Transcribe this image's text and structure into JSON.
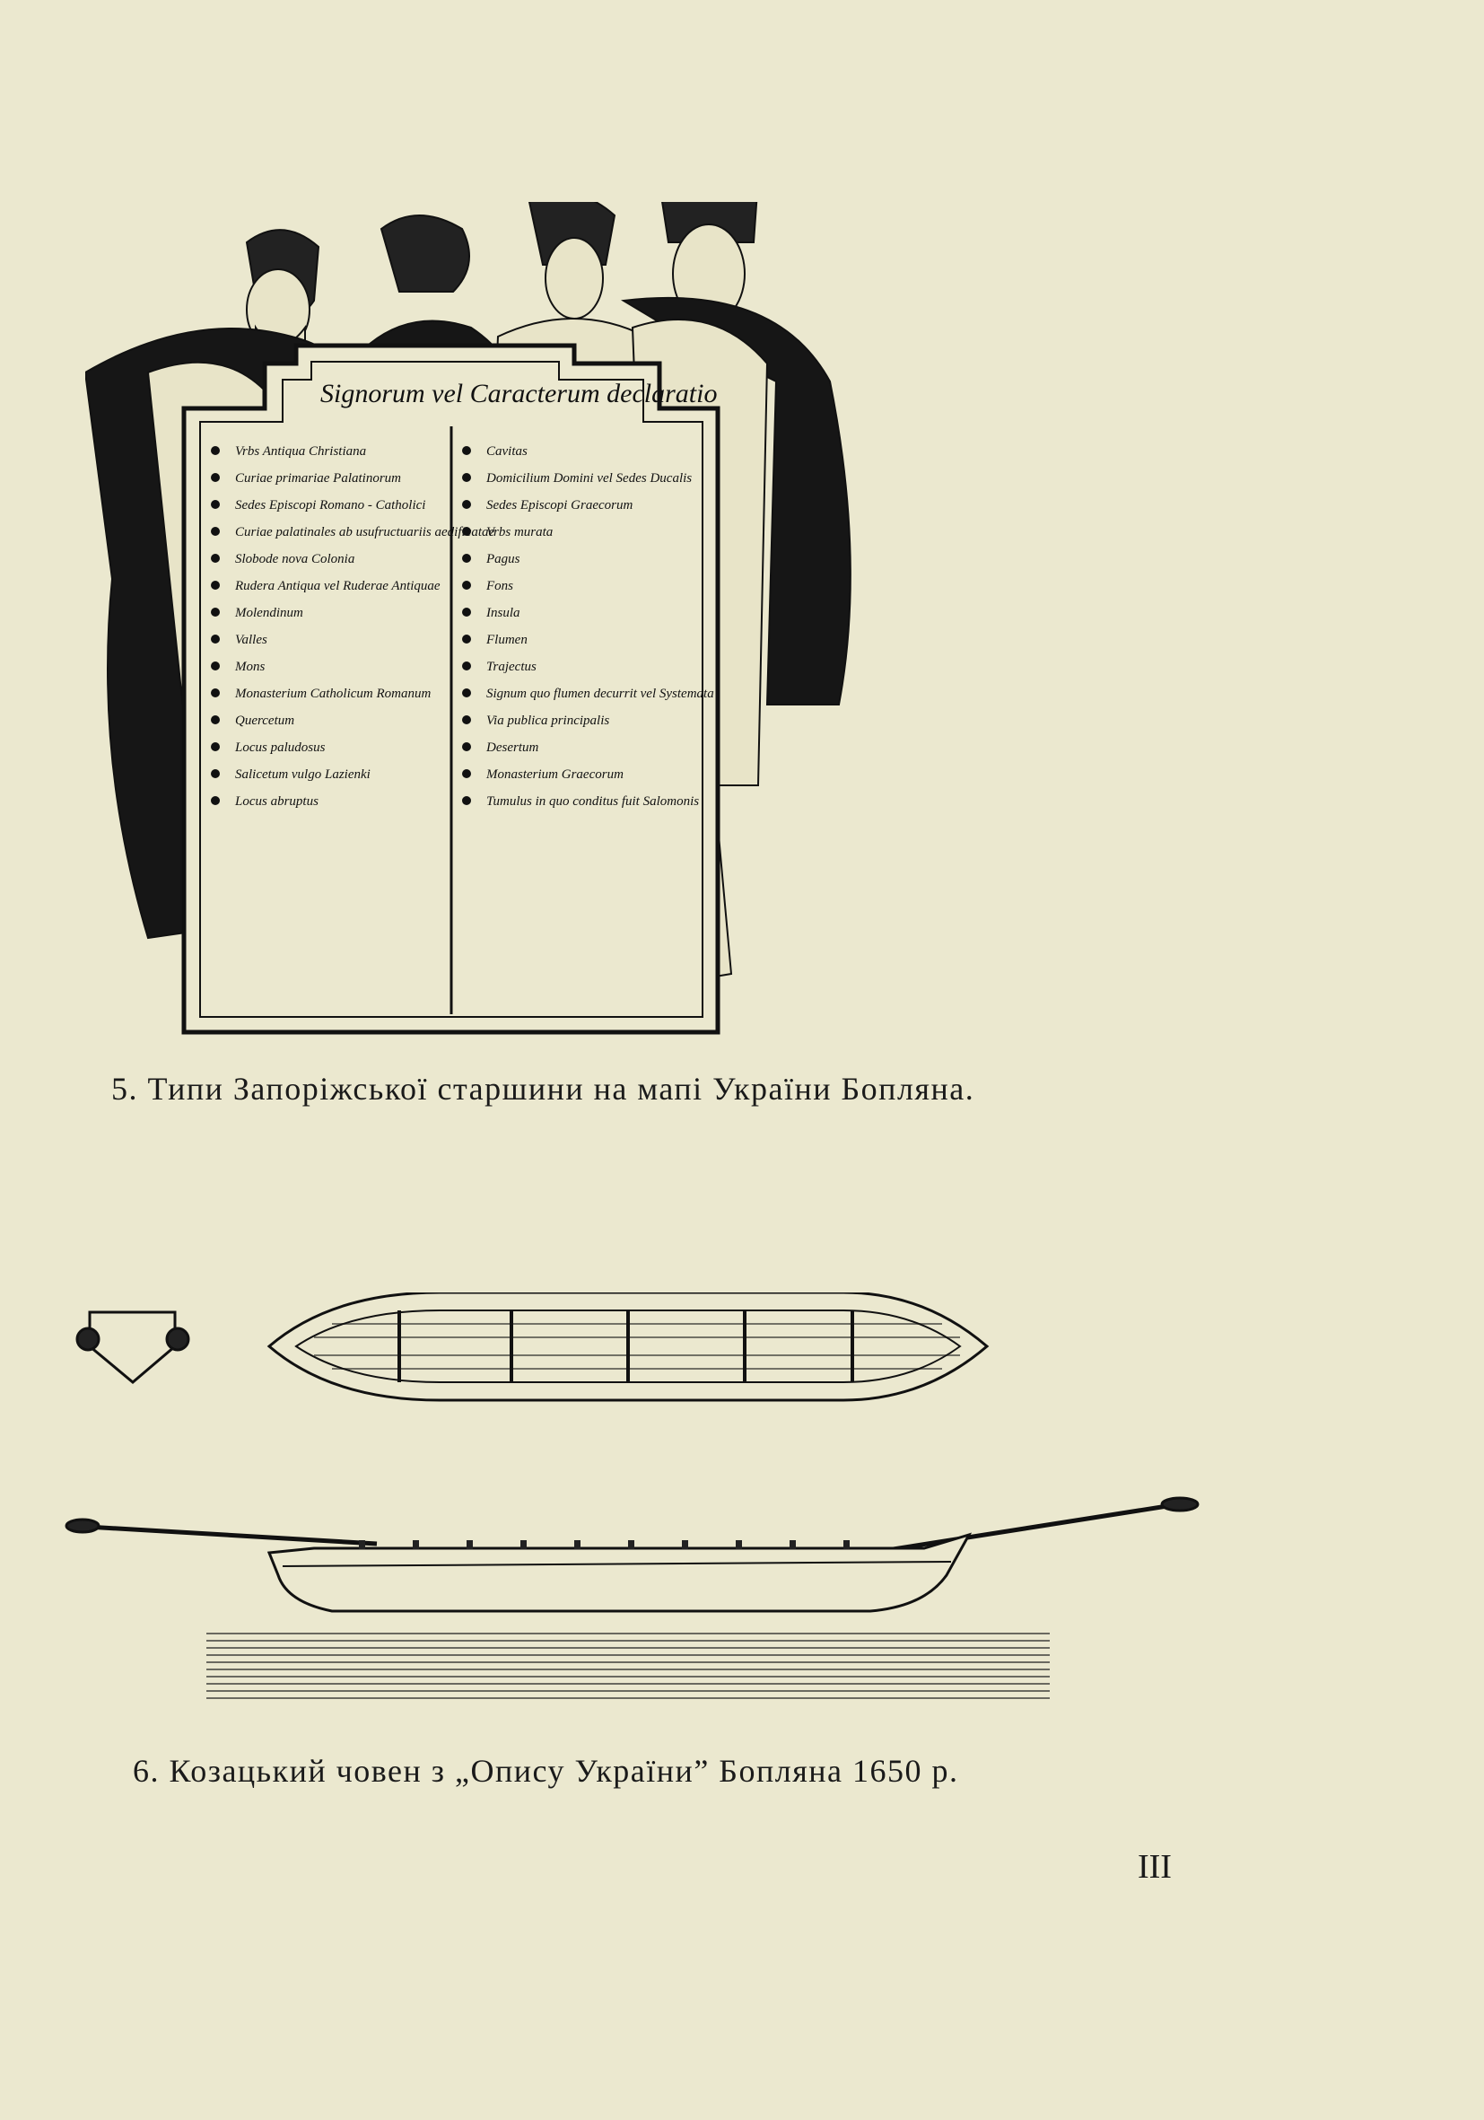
{
  "figures": [
    {
      "caption": "5. Типи Запоріжської старшини на мапі України Бопляна.",
      "cartouche_title": "Signorum vel Caracterum declaratio",
      "legend_left": [
        "Vrbs Antiqua Christiana",
        "Curiae primariae Palatinorum",
        "Sedes Episcopi Romano - Catholici",
        "Curiae palatinales ab usufructuariis aedificatae",
        "Slobode nova Colonia",
        "Rudera Antiqua vel Ruderae Antiquae",
        "Molendinum",
        "Valles",
        "Mons",
        "Monasterium Catholicum Romanum",
        "Quercetum",
        "Locus paludosus",
        "Salicetum vulgo Lazienki",
        "Locus abruptus"
      ],
      "legend_right": [
        "Cavitas",
        "Domicilium Domini vel Sedes Ducalis",
        "Sedes Episcopi Graecorum",
        "Vrbs murata",
        "Pagus",
        "Fons",
        "Insula",
        "Flumen",
        "Trajectus",
        "Signum quo flumen decurrit vel Systemata",
        "Via publica principalis",
        "Desertum",
        "Monasterium Graecorum",
        "Tumulus in quo conditus fuit Salomonis"
      ]
    },
    {
      "caption": "6. Козацький човен з „Опису України” Бопляна 1650 р."
    }
  ],
  "page_number": "III"
}
